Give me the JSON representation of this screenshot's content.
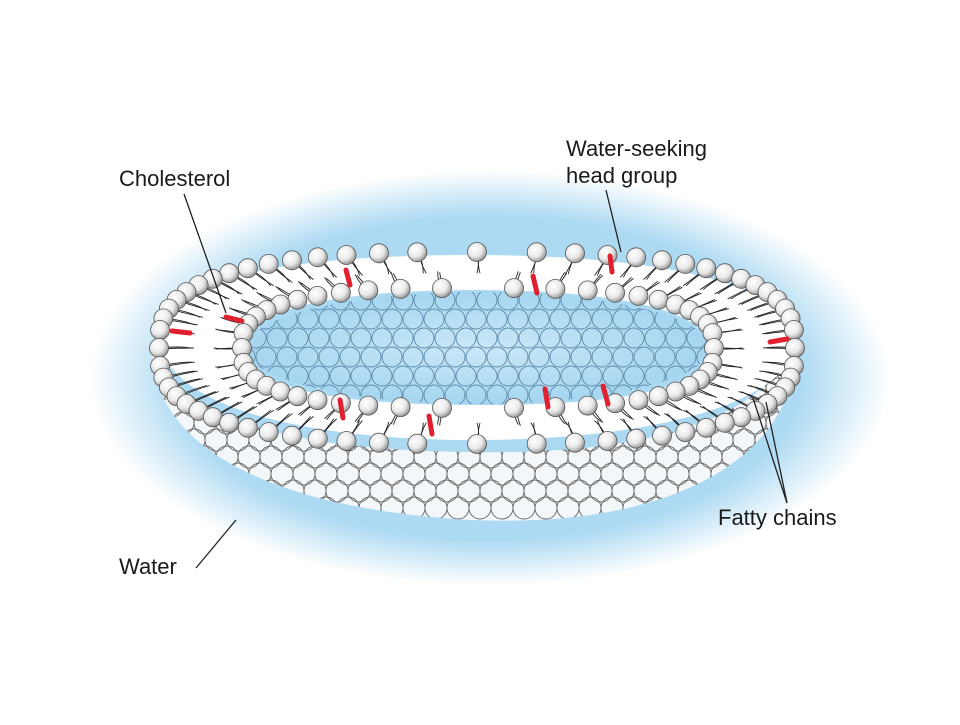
{
  "diagram": {
    "labels": {
      "cholesterol": "Cholesterol",
      "head_group_line1": "Water-seeking",
      "head_group_line2": "head group",
      "fatty_chains": "Fatty chains",
      "water": "Water"
    },
    "colors": {
      "water": "#a9d8f2",
      "head_group": "#e9e9e9",
      "head_outline": "#555555",
      "cholesterol": "#e0202e",
      "fatty_chain": "#222222",
      "leader_line": "#222222"
    },
    "structures": [
      "lipid-bilayer-vesicle",
      "water-seeking-head-group",
      "fatty-chain",
      "cholesterol-molecule"
    ]
  }
}
